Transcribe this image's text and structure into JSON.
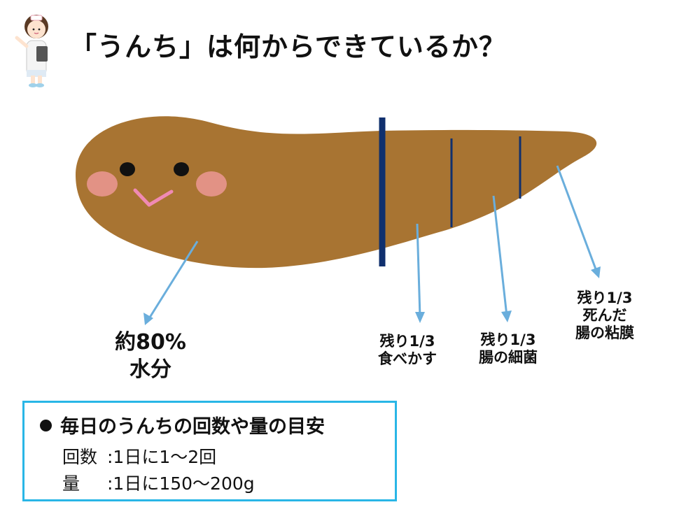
{
  "title": "「うんち」は何からできているか？",
  "labels": {
    "water": {
      "line1": "約80%",
      "line2": "水分"
    },
    "food": {
      "line1": "残り1/3",
      "line2": "食べかす"
    },
    "bacteria": {
      "line1": "残り1/3",
      "line2": "腸の細菌"
    },
    "mucosa": {
      "line1": "残り1/3",
      "line2": "死んだ",
      "line3": "腸の粘膜"
    }
  },
  "info": {
    "heading": "毎日のうんちの回数や量の目安",
    "rows": [
      {
        "key": "回数",
        "value": ":1日に1～2回"
      },
      {
        "key": "量",
        "value": ":1日に150～200g"
      }
    ]
  },
  "colors": {
    "poop": "#a87432",
    "divider": "#10306e",
    "arrow": "#6aaedc",
    "box_border": "#29b6e6",
    "blush": "#f09a9a",
    "mouth": "#f08ab4"
  },
  "icons": [
    "nurse-illustration",
    "bullet-icon"
  ]
}
